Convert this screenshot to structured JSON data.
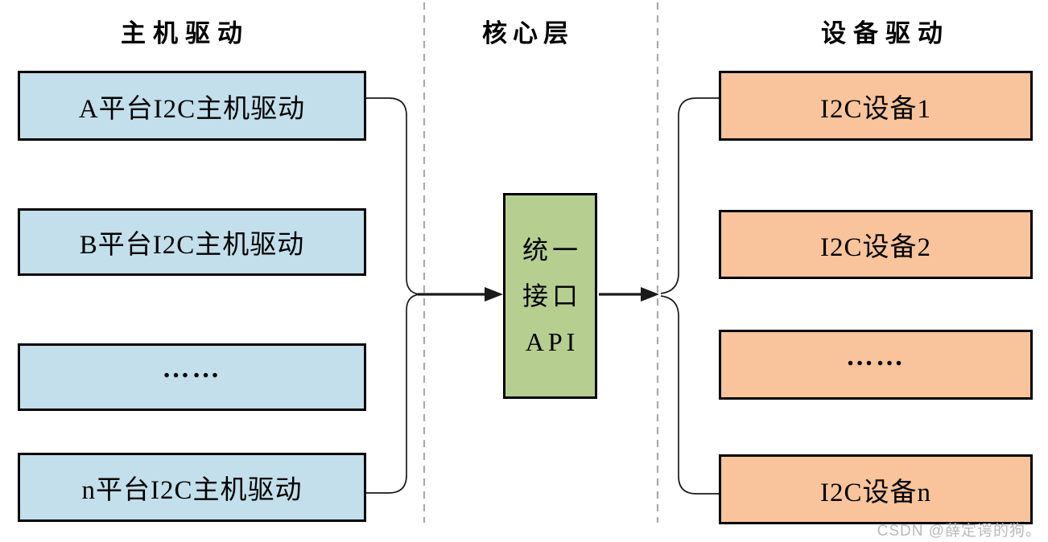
{
  "columns": {
    "left": {
      "title": "主机驱动",
      "boxes": [
        {
          "label": "A平台I2C主机驱动"
        },
        {
          "label": "B平台I2C主机驱动"
        },
        {
          "label": "……"
        },
        {
          "label": "n平台I2C主机驱动"
        }
      ]
    },
    "center": {
      "title": "核心层",
      "box": {
        "lines": [
          "统一",
          "接口",
          "API"
        ]
      }
    },
    "right": {
      "title": "设备驱动",
      "boxes": [
        {
          "label": "I2C设备1"
        },
        {
          "label": "I2C设备2"
        },
        {
          "label": "……"
        },
        {
          "label": "I2C设备n"
        }
      ]
    }
  },
  "colors": {
    "host_box": "#c2dfeb",
    "device_box": "#f9c49b",
    "core_box": "#b6ce90",
    "box_border": "#000000",
    "connector": "#1a1a1a",
    "dashed_divider": "#ababab",
    "watermark_text": "#b9b9b9"
  },
  "watermark": "CSDN @薛定谔的狗。"
}
